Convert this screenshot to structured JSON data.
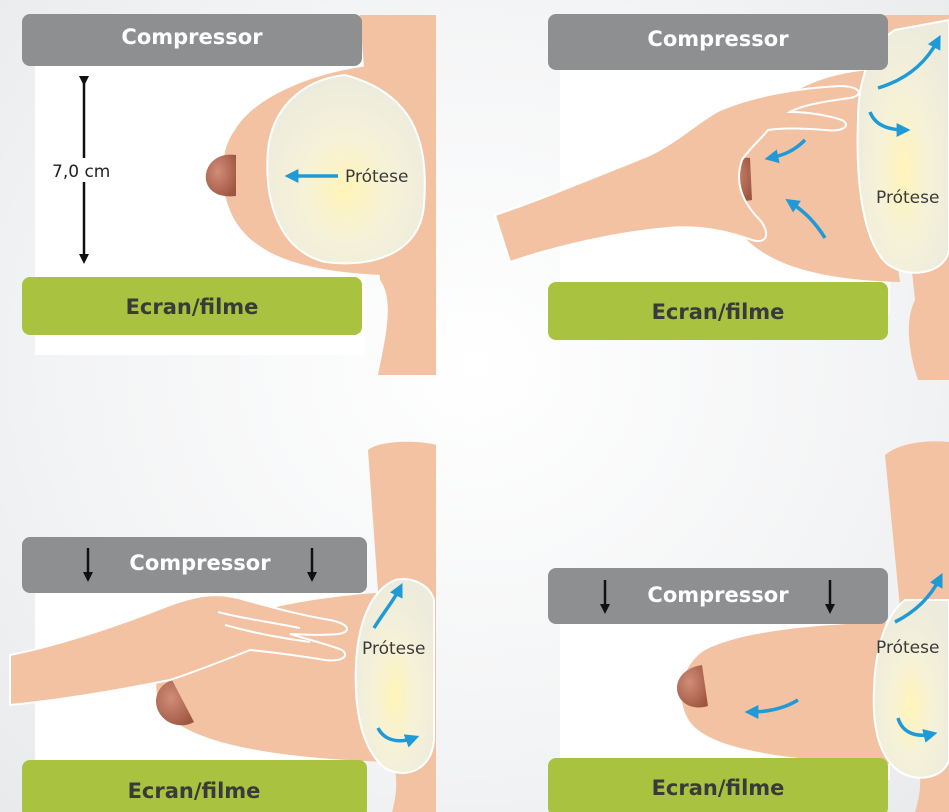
{
  "panels": [
    {
      "id": "top-left",
      "compressor_label": "Compressor",
      "screen_label": "Ecran/filme",
      "implant_label": "Prótese",
      "distance_label": "7,0 cm"
    },
    {
      "id": "top-right",
      "compressor_label": "Compressor",
      "screen_label": "Ecran/filme",
      "implant_label": "Prótese"
    },
    {
      "id": "bottom-left",
      "compressor_label": "Compressor",
      "screen_label": "Ecran/filme",
      "implant_label": "Prótese"
    },
    {
      "id": "bottom-right",
      "compressor_label": "Compressor",
      "screen_label": "Ecran/filme",
      "implant_label": "Prótese"
    }
  ],
  "colors": {
    "compressor": "#8e8f91",
    "screen": "#a9c23f",
    "skin": "#f2c2a3",
    "skin_shadow": "#e8ad8c",
    "nipple": "#b56a55",
    "implant": "#f4f1dc",
    "arrow_blue": "#1f9ad6",
    "arrow_black": "#111111"
  }
}
